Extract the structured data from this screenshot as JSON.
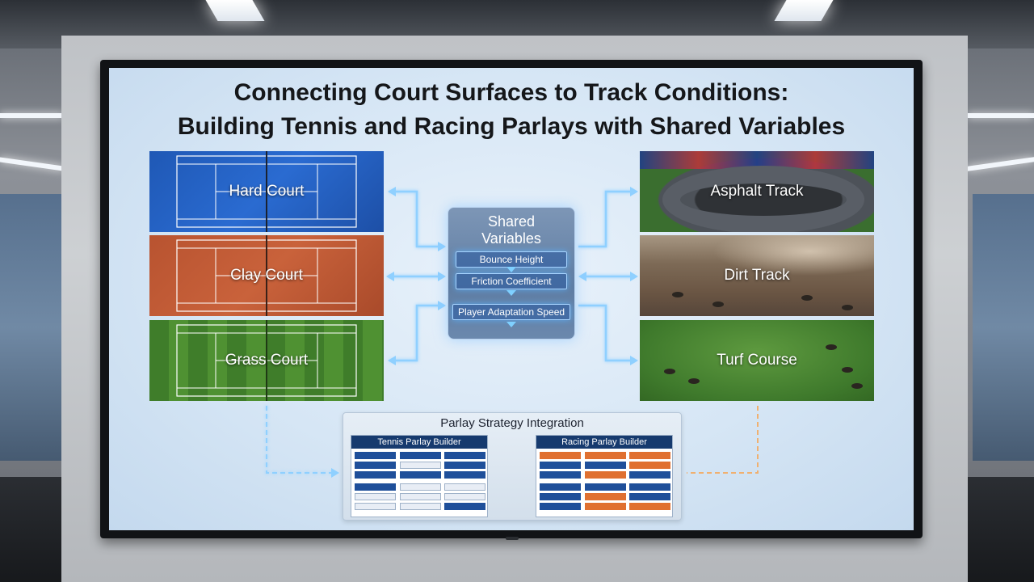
{
  "title": {
    "line1": "Connecting Court Surfaces to Track Conditions:",
    "line2": "Building Tennis and Racing Parlays with Shared Variables"
  },
  "courts": [
    {
      "label": "Hard Court"
    },
    {
      "label": "Clay Court"
    },
    {
      "label": "Grass Court"
    }
  ],
  "tracks": [
    {
      "label": "Asphalt Track"
    },
    {
      "label": "Dirt Track"
    },
    {
      "label": "Turf Course"
    }
  ],
  "shared": {
    "title_line1": "Shared",
    "title_line2": "Variables",
    "variables": [
      "Bounce Height",
      "Friction Coefficient",
      "Player Adaptation Speed"
    ]
  },
  "integration": {
    "title": "Parlay Strategy Integration",
    "tennis_builder": "Tennis Parlay Builder",
    "racing_builder": "Racing Parlay Builder"
  },
  "colors": {
    "hard_court": "#2a6bd1",
    "clay_court": "#c9623b",
    "grass_court": "#4f9132",
    "connector_blue": "#8fd0ff",
    "connector_orange": "#f0b070",
    "builder_header": "#163a6e"
  }
}
